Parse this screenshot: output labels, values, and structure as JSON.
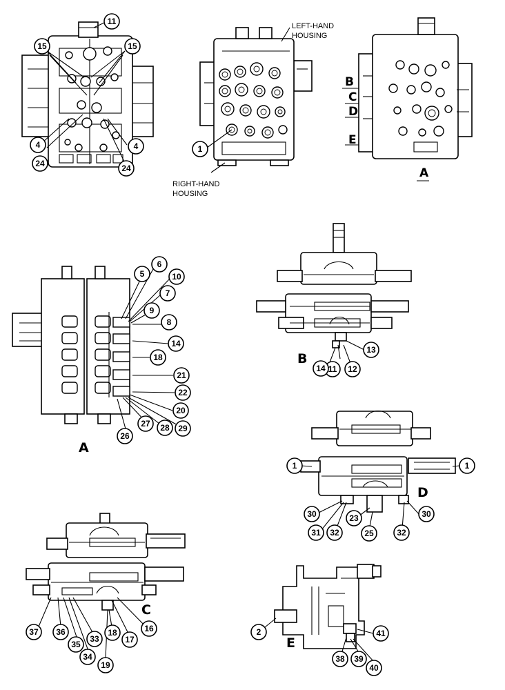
{
  "notes": {
    "left_hand_line1": "LEFT-HAND",
    "left_hand_line2": "HOUSING",
    "right_hand_line1": "RIGHT-HAND",
    "right_hand_line2": "HOUSING"
  },
  "view_labels": {
    "A": "A",
    "B": "B",
    "C": "C",
    "D": "D",
    "E": "E"
  },
  "section_marks": {
    "B": "B",
    "C": "C",
    "D": "D",
    "E": "E",
    "A": "A"
  },
  "callouts": {
    "top_left": [
      "11",
      "15",
      "15",
      "4",
      "24",
      "4",
      "24"
    ],
    "top_center": [
      "1"
    ],
    "view_a": [
      "5",
      "6",
      "10",
      "7",
      "9",
      "8",
      "14",
      "18",
      "21",
      "22",
      "20",
      "29",
      "28",
      "27",
      "26"
    ],
    "view_b": [
      "13",
      "12",
      "11",
      "14"
    ],
    "view_d": [
      "1",
      "1",
      "30",
      "31",
      "32",
      "23",
      "25",
      "32",
      "30"
    ],
    "view_c": [
      "37",
      "36",
      "35",
      "34",
      "33",
      "19",
      "18",
      "17",
      "16"
    ],
    "view_e": [
      "2",
      "41",
      "38",
      "39",
      "40"
    ]
  }
}
